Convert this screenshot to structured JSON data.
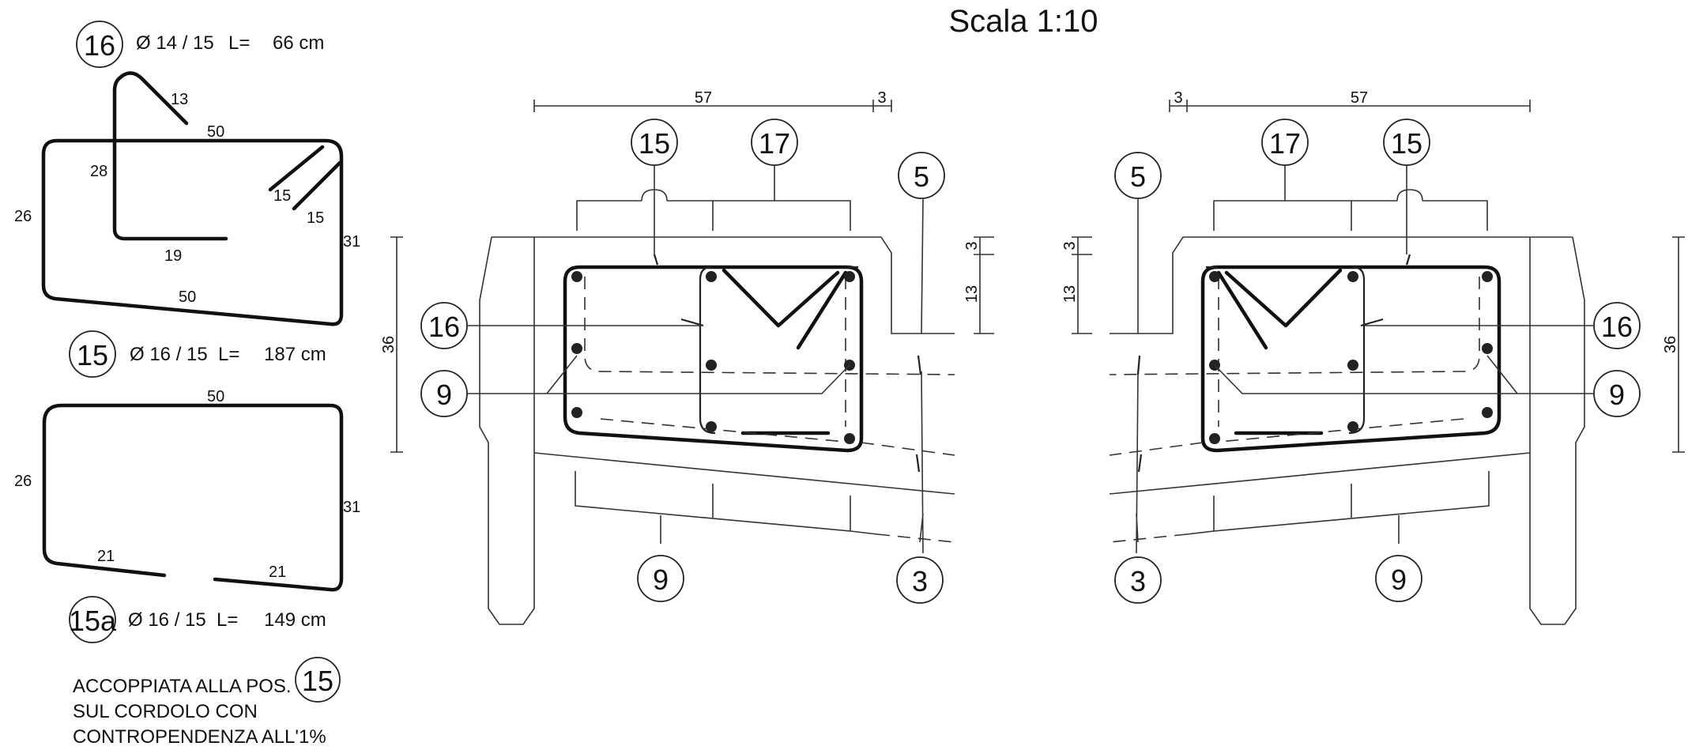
{
  "title": "Scala  1:10",
  "schedule": {
    "bar16": {
      "mark": "16",
      "spec": "Ø 14 / 15",
      "length_label": "L=",
      "length_value": "66 cm",
      "dims": {
        "hook": "13",
        "top": "50",
        "leg": "28",
        "left": "26",
        "diag_a": "15",
        "diag_b": "15",
        "right": "31",
        "inner": "19",
        "bottom": "50"
      }
    },
    "bar15": {
      "mark": "15",
      "spec": "Ø 16 / 15",
      "length_label": "L=",
      "length_value": "187 cm"
    },
    "bar15a": {
      "mark": "15a",
      "spec": "Ø 16 / 15",
      "length_label": "L=",
      "length_value": "149 cm",
      "dims": {
        "top": "50",
        "left": "26",
        "right": "31",
        "bottom_left": "21",
        "bottom_right": "21"
      }
    },
    "note": {
      "line1": "ACCOPPIATA ALLA POS.",
      "mark": "15",
      "line2": "SUL CORDOLO CON",
      "line3": "CONTROPENDENZA ALL'1%"
    }
  },
  "left_section": {
    "dims": {
      "width": "57",
      "edge": "3",
      "height": "36",
      "top": "3",
      "mid": "13"
    },
    "marks": {
      "m15": "15",
      "m17": "17",
      "m5": "5",
      "m16": "16",
      "m9_side": "9",
      "m9_bottom": "9",
      "m3": "3"
    }
  },
  "right_section": {
    "dims": {
      "width": "57",
      "edge": "3",
      "height": "36",
      "top": "3",
      "mid": "13"
    },
    "marks": {
      "m15": "15",
      "m17": "17",
      "m5": "5",
      "m16": "16",
      "m9_side": "9",
      "m9_bottom": "9",
      "m3": "3"
    }
  }
}
